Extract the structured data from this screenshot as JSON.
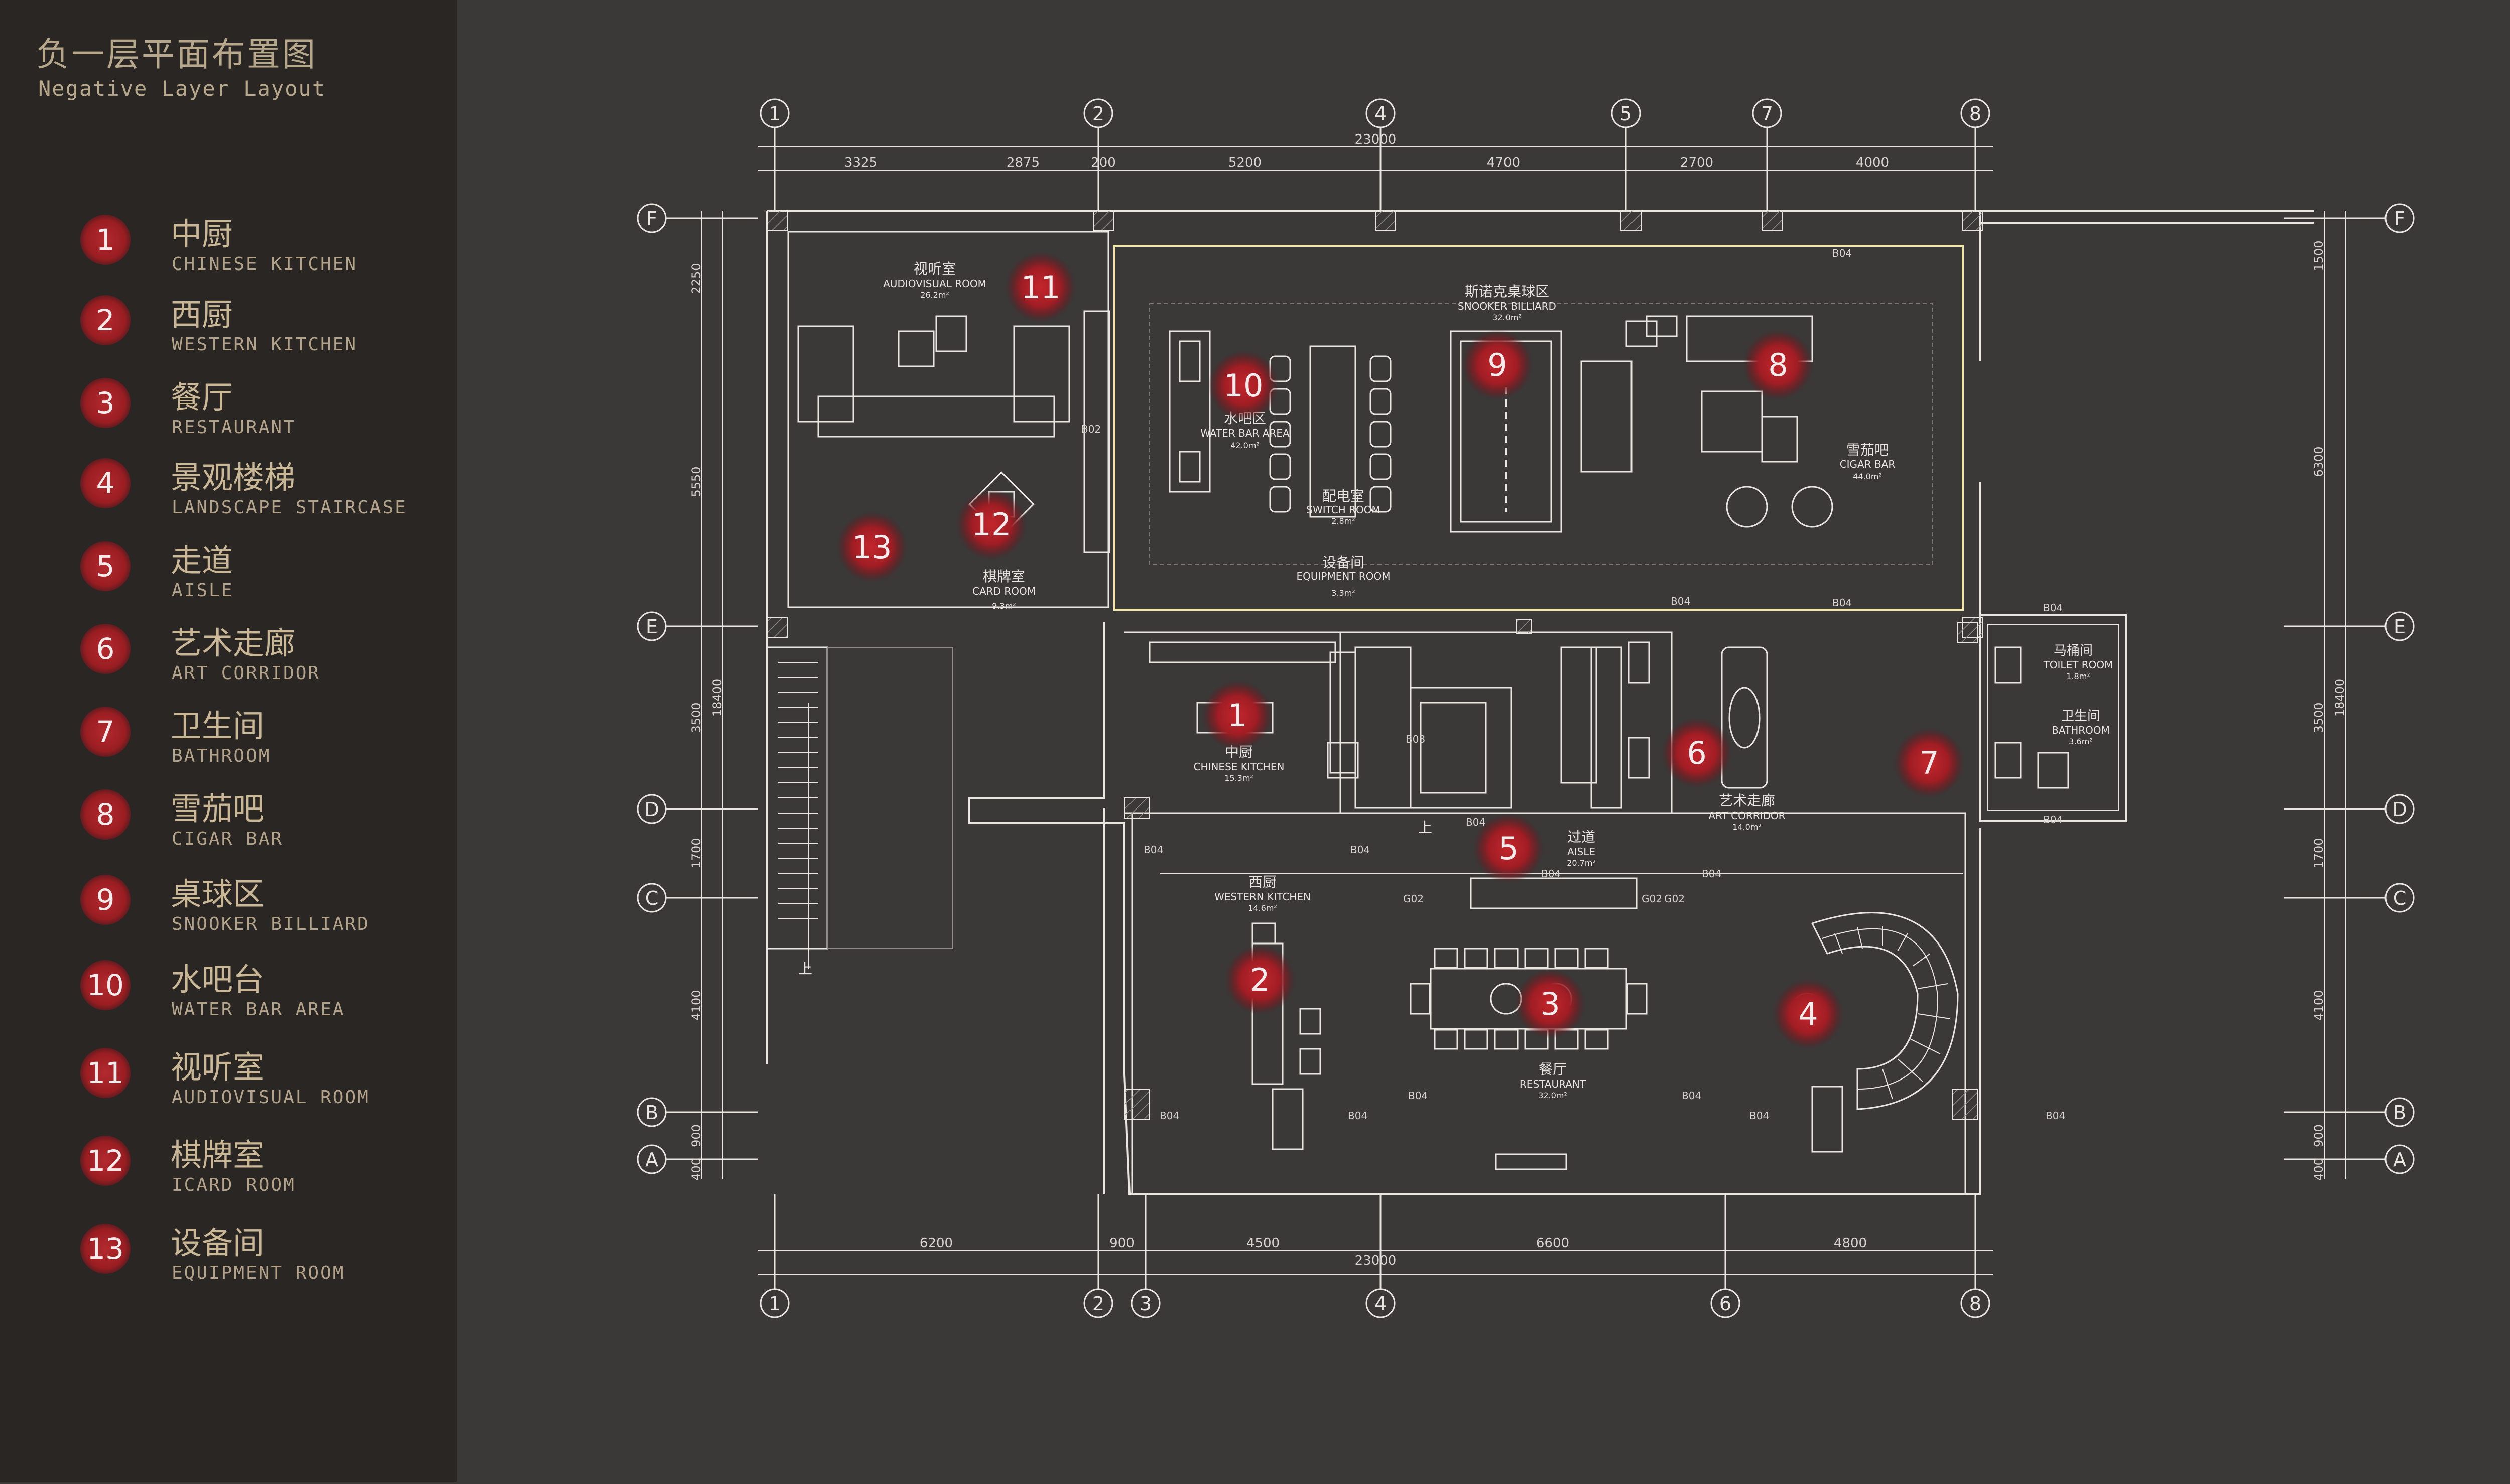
{
  "header": {
    "title_zh": "负一层平面布置图",
    "title_en": "Negative Layer Layout"
  },
  "legend": [
    {
      "num": "1",
      "zh": "中厨",
      "en": "CHINESE KITCHEN"
    },
    {
      "num": "2",
      "zh": "西厨",
      "en": "WESTERN KITCHEN"
    },
    {
      "num": "3",
      "zh": "餐厅",
      "en": "RESTAURANT"
    },
    {
      "num": "4",
      "zh": "景观楼梯",
      "en": "LANDSCAPE STAIRCASE"
    },
    {
      "num": "5",
      "zh": "走道",
      "en": "AISLE"
    },
    {
      "num": "6",
      "zh": "艺术走廊",
      "en": "ART CORRIDOR"
    },
    {
      "num": "7",
      "zh": "卫生间",
      "en": "BATHROOM"
    },
    {
      "num": "8",
      "zh": "雪茄吧",
      "en": "CIGAR BAR"
    },
    {
      "num": "9",
      "zh": "桌球区",
      "en": "SNOOKER BILLIARD"
    },
    {
      "num": "10",
      "zh": "水吧台",
      "en": "WATER BAR AREA"
    },
    {
      "num": "11",
      "zh": "视听室",
      "en": "AUDIOVISUAL ROOM"
    },
    {
      "num": "12",
      "zh": "棋牌室",
      "en": "ICARD ROOM"
    },
    {
      "num": "13",
      "zh": "设备间",
      "en": "EQUIPMENT ROOM"
    }
  ],
  "plan": {
    "grid_top": [
      "1",
      "2",
      "4",
      "5",
      "7",
      "8"
    ],
    "grid_bottom": [
      "1",
      "2",
      "3",
      "4",
      "6",
      "8"
    ],
    "grid_rows": [
      "F",
      "E",
      "D",
      "C",
      "B",
      "A"
    ],
    "dims_top": [
      "3325",
      "2875",
      "200",
      "5200",
      "4700",
      "2700",
      "4000"
    ],
    "dims_top_total": "23000",
    "dims_bottom": [
      "6200",
      "900",
      "4500",
      "6600",
      "4800"
    ],
    "dims_bottom_total": "23000",
    "dims_left": [
      "2250",
      "5550",
      "3500",
      "1700",
      "4100",
      "900",
      "400"
    ],
    "dims_left_total": "18400",
    "dims_right": [
      "1500",
      "6300",
      "3500",
      "1700",
      "4100",
      "900",
      "400"
    ],
    "dims_right_total": "18400",
    "room_tags": {
      "audiovisual": {
        "zh": "视听室",
        "en": "AUDIOVISUAL ROOM",
        "area": "26.2m²"
      },
      "water_bar": {
        "zh": "水吧区",
        "en": "WATER BAR AREA",
        "area": "42.0m²"
      },
      "snooker": {
        "zh": "斯诺克桌球区",
        "en": "SNOOKER BILLIARD",
        "area": "32.0m²"
      },
      "cigar": {
        "zh": "雪茄吧",
        "en": "CIGAR BAR",
        "area": "44.0m²"
      },
      "switch": {
        "zh": "配电室",
        "en": "SWITCH ROOM",
        "area": "2.8m²"
      },
      "equipment": {
        "zh": "设备间",
        "en": "EQUIPMENT ROOM",
        "area": "3.3m²"
      },
      "card": {
        "zh": "棋牌室",
        "en": "CARD ROOM",
        "area": "9.3m²"
      },
      "chinese_kitchen": {
        "zh": "中厨",
        "en": "CHINESE KITCHEN",
        "area": "15.3m²"
      },
      "art_corridor": {
        "zh": "艺术走廊",
        "en": "ART CORRIDOR",
        "area": "14.0m²"
      },
      "aisle": {
        "zh": "过道",
        "en": "AISLE",
        "area": "20.7m²"
      },
      "western_kitchen": {
        "zh": "西厨",
        "en": "WESTERN KITCHEN",
        "area": "14.6m²"
      },
      "restaurant": {
        "zh": "餐厅",
        "en": "RESTAURANT",
        "area": "32.0m²"
      },
      "toilet": {
        "zh": "马桶间",
        "en": "TOILET ROOM",
        "area": "1.8m²"
      },
      "bathroom": {
        "zh": "卫生间",
        "en": "BATHROOM",
        "area": "3.6m²"
      }
    },
    "markers": [
      "1",
      "2",
      "3",
      "4",
      "5",
      "6",
      "7",
      "8",
      "9",
      "10",
      "11",
      "12",
      "13"
    ],
    "tag_b04": "B04",
    "tag_b02": "B02",
    "tag_g02": "G02",
    "tag_b03": "B03",
    "tag_up": "上"
  },
  "colors": {
    "sidebar_bg": "#2a2624",
    "main_bg": "#3b3838",
    "accent_red": "#b22a2e",
    "label_gold": "#c9b796",
    "line_white": "#e9e6e2"
  }
}
